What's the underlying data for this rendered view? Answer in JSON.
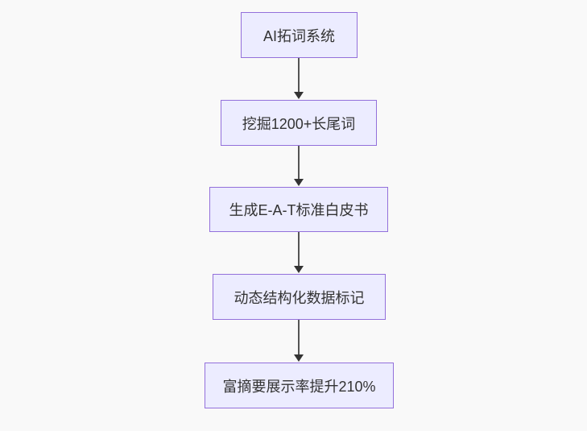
{
  "diagram": {
    "type": "flowchart",
    "direction": "top-down",
    "nodes": [
      {
        "id": "A",
        "label": "AI拓词系统"
      },
      {
        "id": "B",
        "label": "挖掘1200+长尾词"
      },
      {
        "id": "C",
        "label": "生成E-A-T标准白皮书"
      },
      {
        "id": "D",
        "label": "动态结构化数据标记"
      },
      {
        "id": "E",
        "label": "富摘要展示率提升210%"
      }
    ],
    "edges": [
      {
        "from": "A",
        "to": "B"
      },
      {
        "from": "B",
        "to": "C"
      },
      {
        "from": "C",
        "to": "D"
      },
      {
        "from": "D",
        "to": "E"
      }
    ],
    "colors": {
      "node_fill": "#ECECFF",
      "node_border": "#9370DB",
      "node_text": "#333333",
      "edge_line": "#555555",
      "edge_arrowhead": "#333333",
      "background": "#f9f9f9"
    }
  }
}
